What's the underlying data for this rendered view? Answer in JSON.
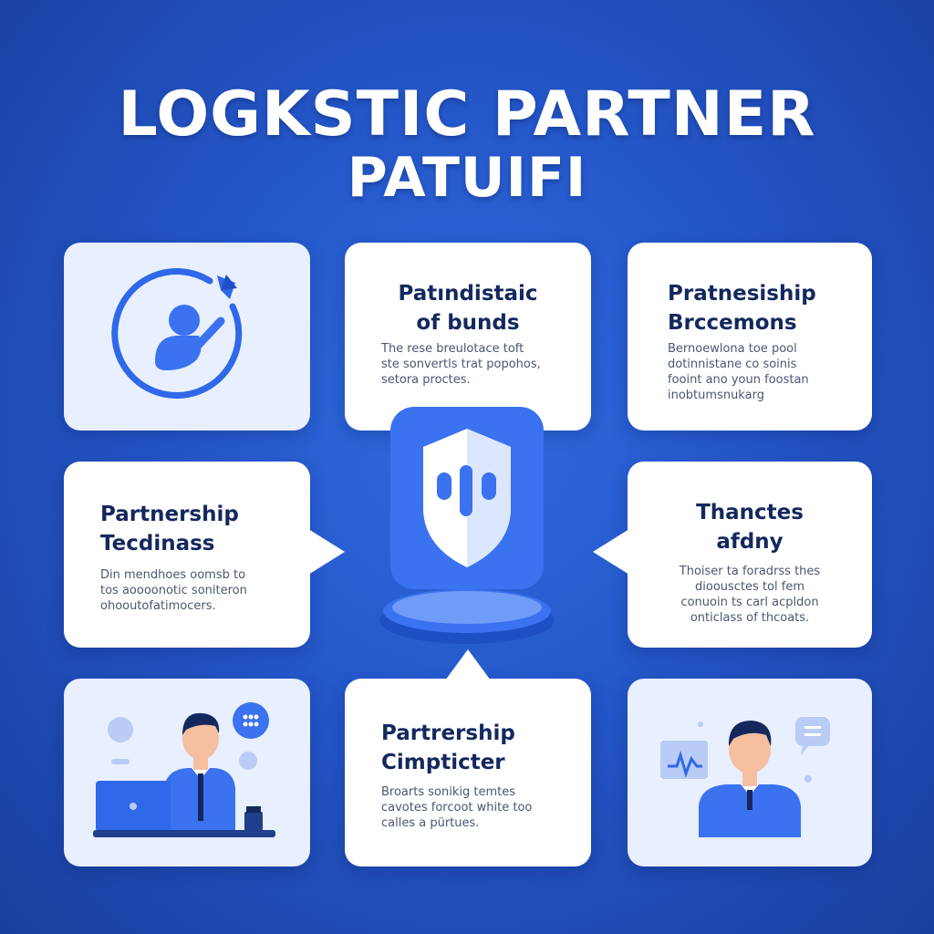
{
  "title": {
    "line1": "LOGKSTIC PARTNER",
    "line2": "PATUIFI"
  },
  "cards": {
    "top_center": {
      "heading_line1": "Patındistaic",
      "heading_line2": "of bunds",
      "body_line1": "The rese breulotace toft",
      "body_line2": "ste sonvertls trat popohos,",
      "body_line3": "setora proctes."
    },
    "top_right": {
      "heading_line1": "Pratnesiship",
      "heading_line2": "Brccemons",
      "body_line1": "Bernoewlona toe pool",
      "body_line2": "dotinnistane co soinis",
      "body_line3": "fooint ano youn foostan",
      "body_line4": "inobtumsnukarg"
    },
    "middle_left": {
      "heading_line1": "Partnership",
      "heading_line2": "Tecdinass",
      "body_line1": "Din mendhoes oomsb to",
      "body_line2": "tos aoooonotic soniteron",
      "body_line3": "ohooutofatimocers."
    },
    "middle_right": {
      "heading_line1": "Thanctes",
      "heading_line2": "afdny",
      "body_line1": "Thoiser ta foradrss thes",
      "body_line2": "dioousctes tol fem",
      "body_line3": "conuoin ts carl acpldon",
      "body_line4": "onticlass of thcoats."
    },
    "bottom_center": {
      "heading_line1": "Partrership",
      "heading_line2": "Cimpticter",
      "body_line1": "Broarts sonikig temtes",
      "body_line2": "cavotes forcoot white too",
      "body_line3": "calles a pürtues."
    }
  },
  "icons": {
    "top_left": "partner-handshake-icon",
    "center": "shield-icon",
    "bottom_left": "person-laptop-illustration",
    "bottom_right": "person-chat-illustration"
  },
  "colors": {
    "background": "#2456c8",
    "accent": "#3a72f0",
    "heading": "#14285e"
  }
}
